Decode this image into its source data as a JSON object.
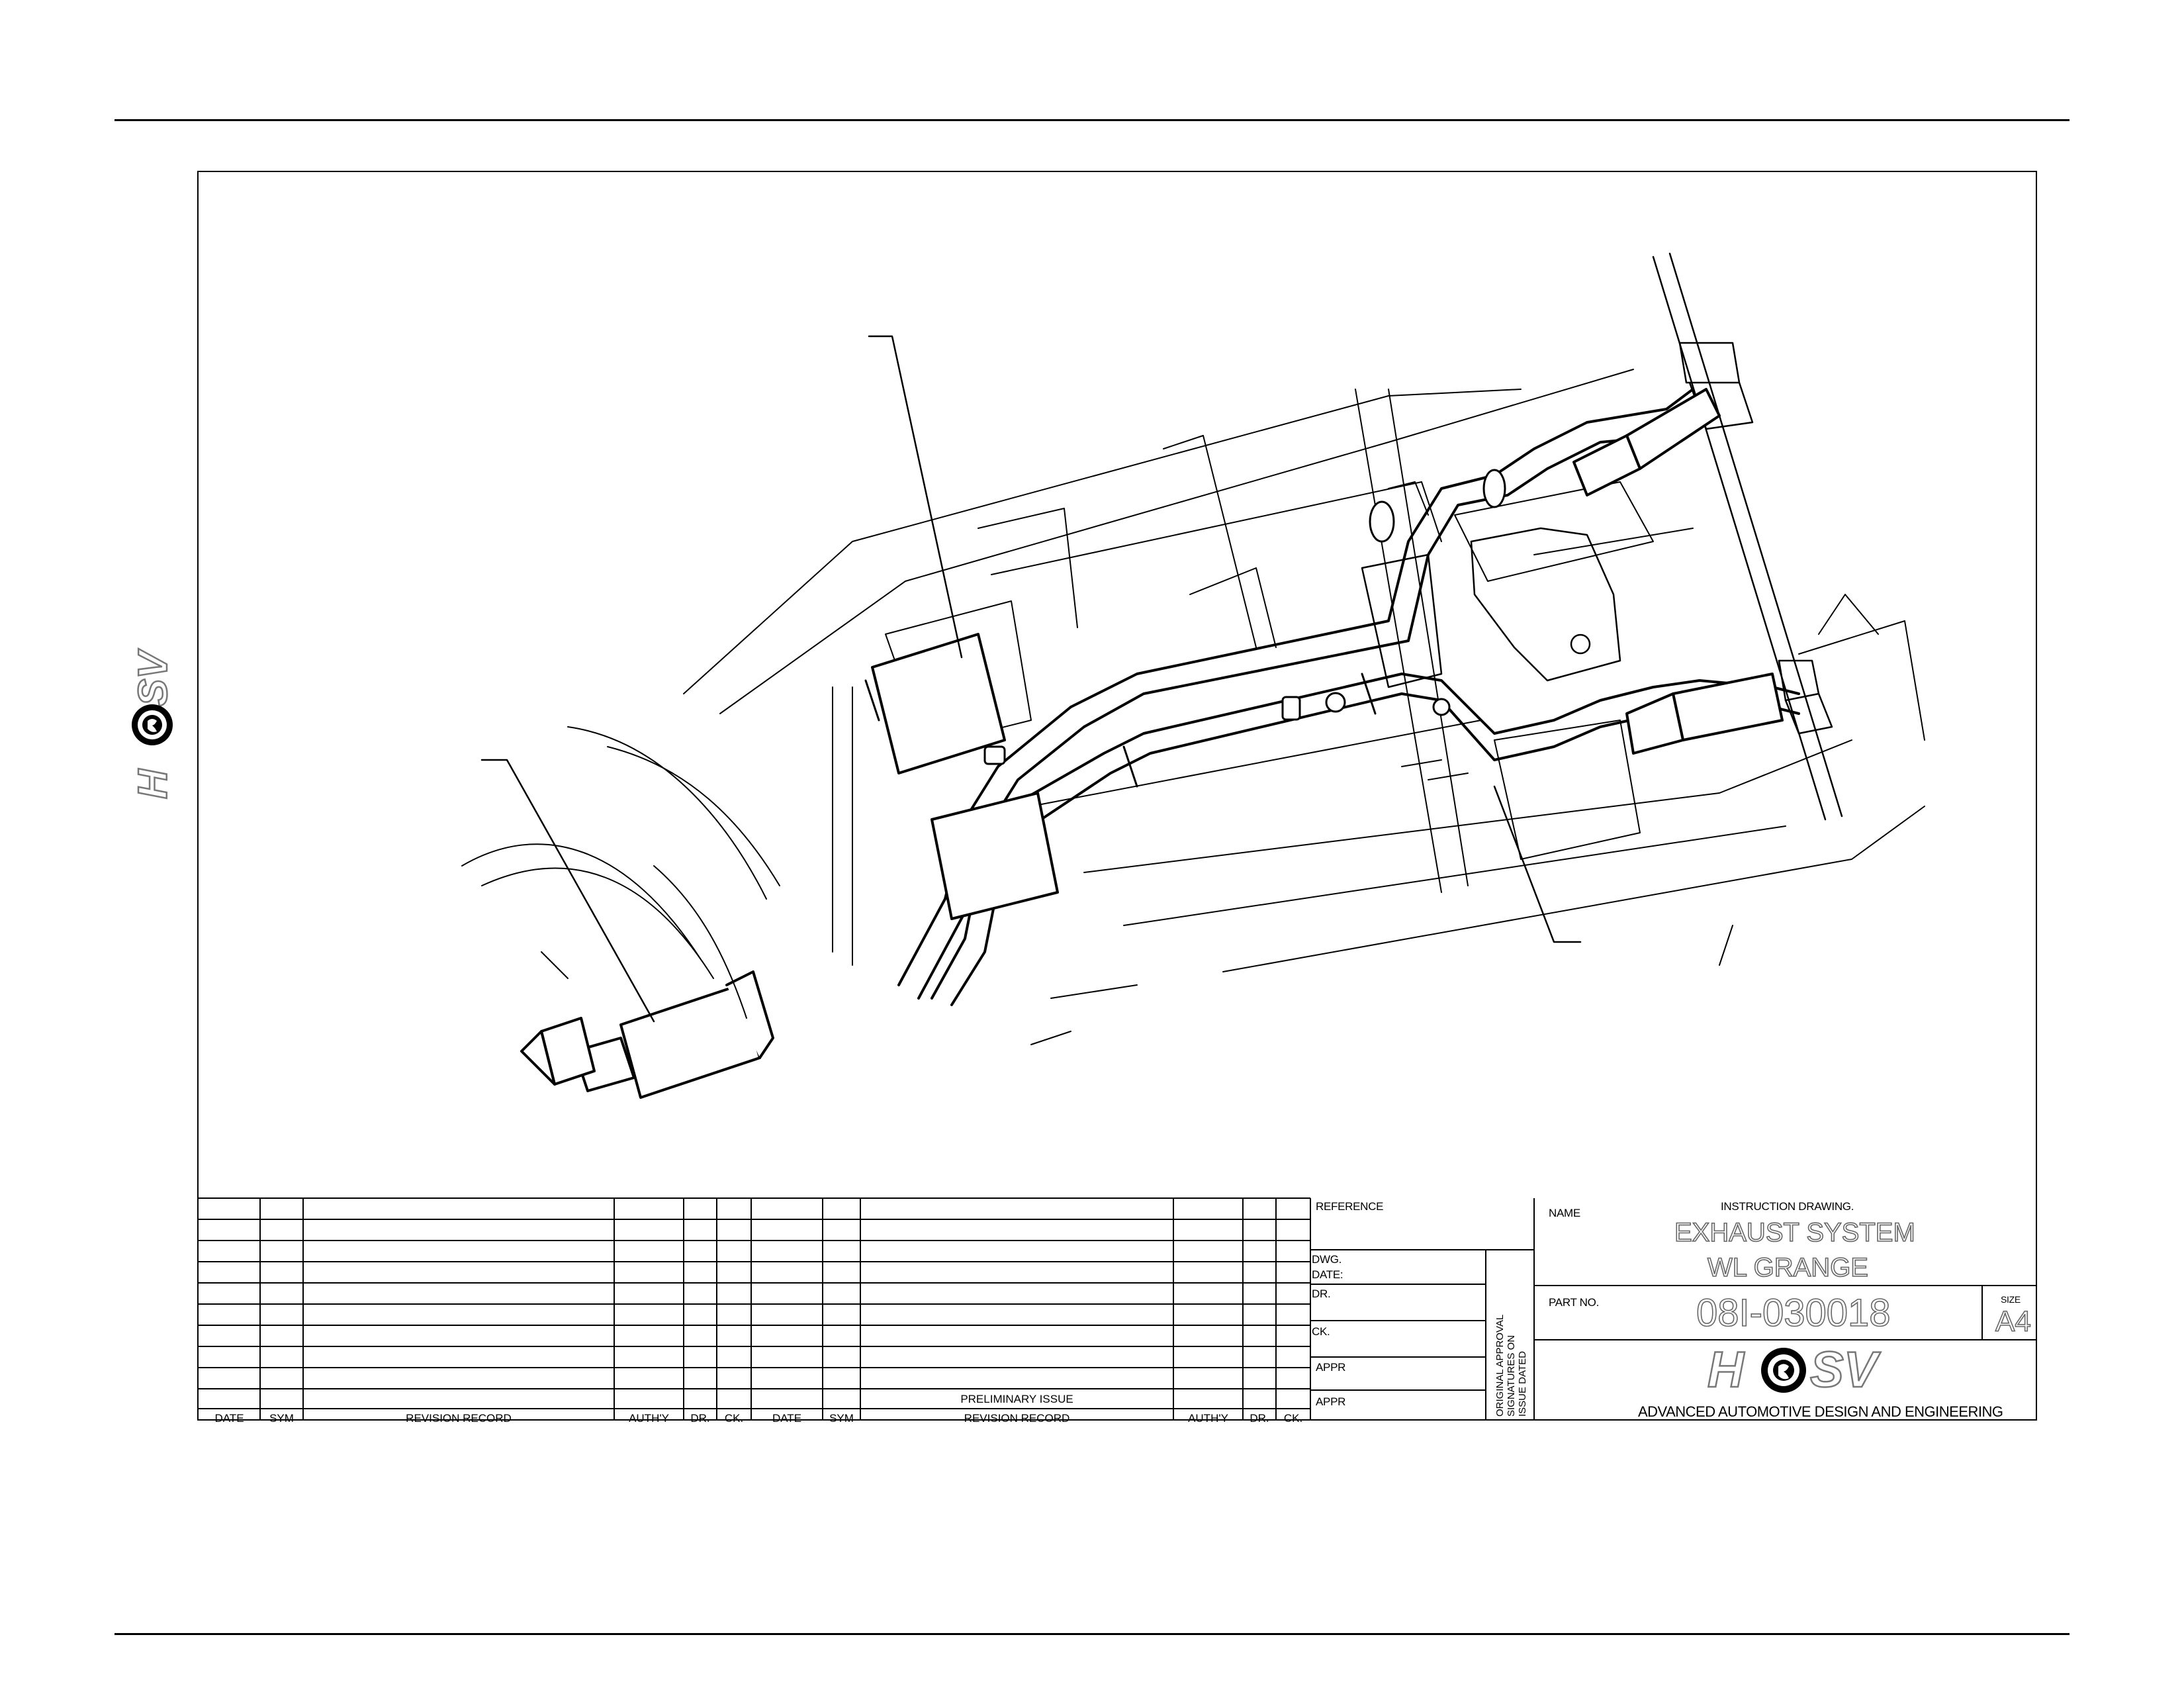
{
  "title_block": {
    "reference_label": "REFERENCE",
    "dwg_date_label_1": "DWG.",
    "dwg_date_label_2": "DATE:",
    "dr_label": "DR.",
    "ck_label": "CK.",
    "appr_label_1": "APPR",
    "appr_label_2": "APPR",
    "approval_note": [
      "ORIGINAL APPROVAL",
      "SIGNATURES ON",
      "ISSUE DATED"
    ],
    "name_label": "NAME",
    "drawing_type": "INSTRUCTION DRAWING.",
    "title_line1": "EXHAUST SYSTEM",
    "title_line2": "WL GRANGE",
    "part_no_label": "PART NO.",
    "part_no": "08I-030018",
    "size_label": "SIZE",
    "size": "A4",
    "company": "ADVANCED AUTOMOTIVE DESIGN AND ENGINEERING",
    "logo_text": "HSV"
  },
  "revision_table": {
    "preliminary_issue": "PRELIMINARY ISSUE",
    "headers_left": [
      "DATE",
      "SYM",
      "REVISION RECORD",
      "AUTH'Y",
      "DR.",
      "CK."
    ],
    "headers_right": [
      "DATE",
      "SYM",
      "REVISION RECORD",
      "AUTH'Y",
      "DR.",
      "CK."
    ]
  }
}
